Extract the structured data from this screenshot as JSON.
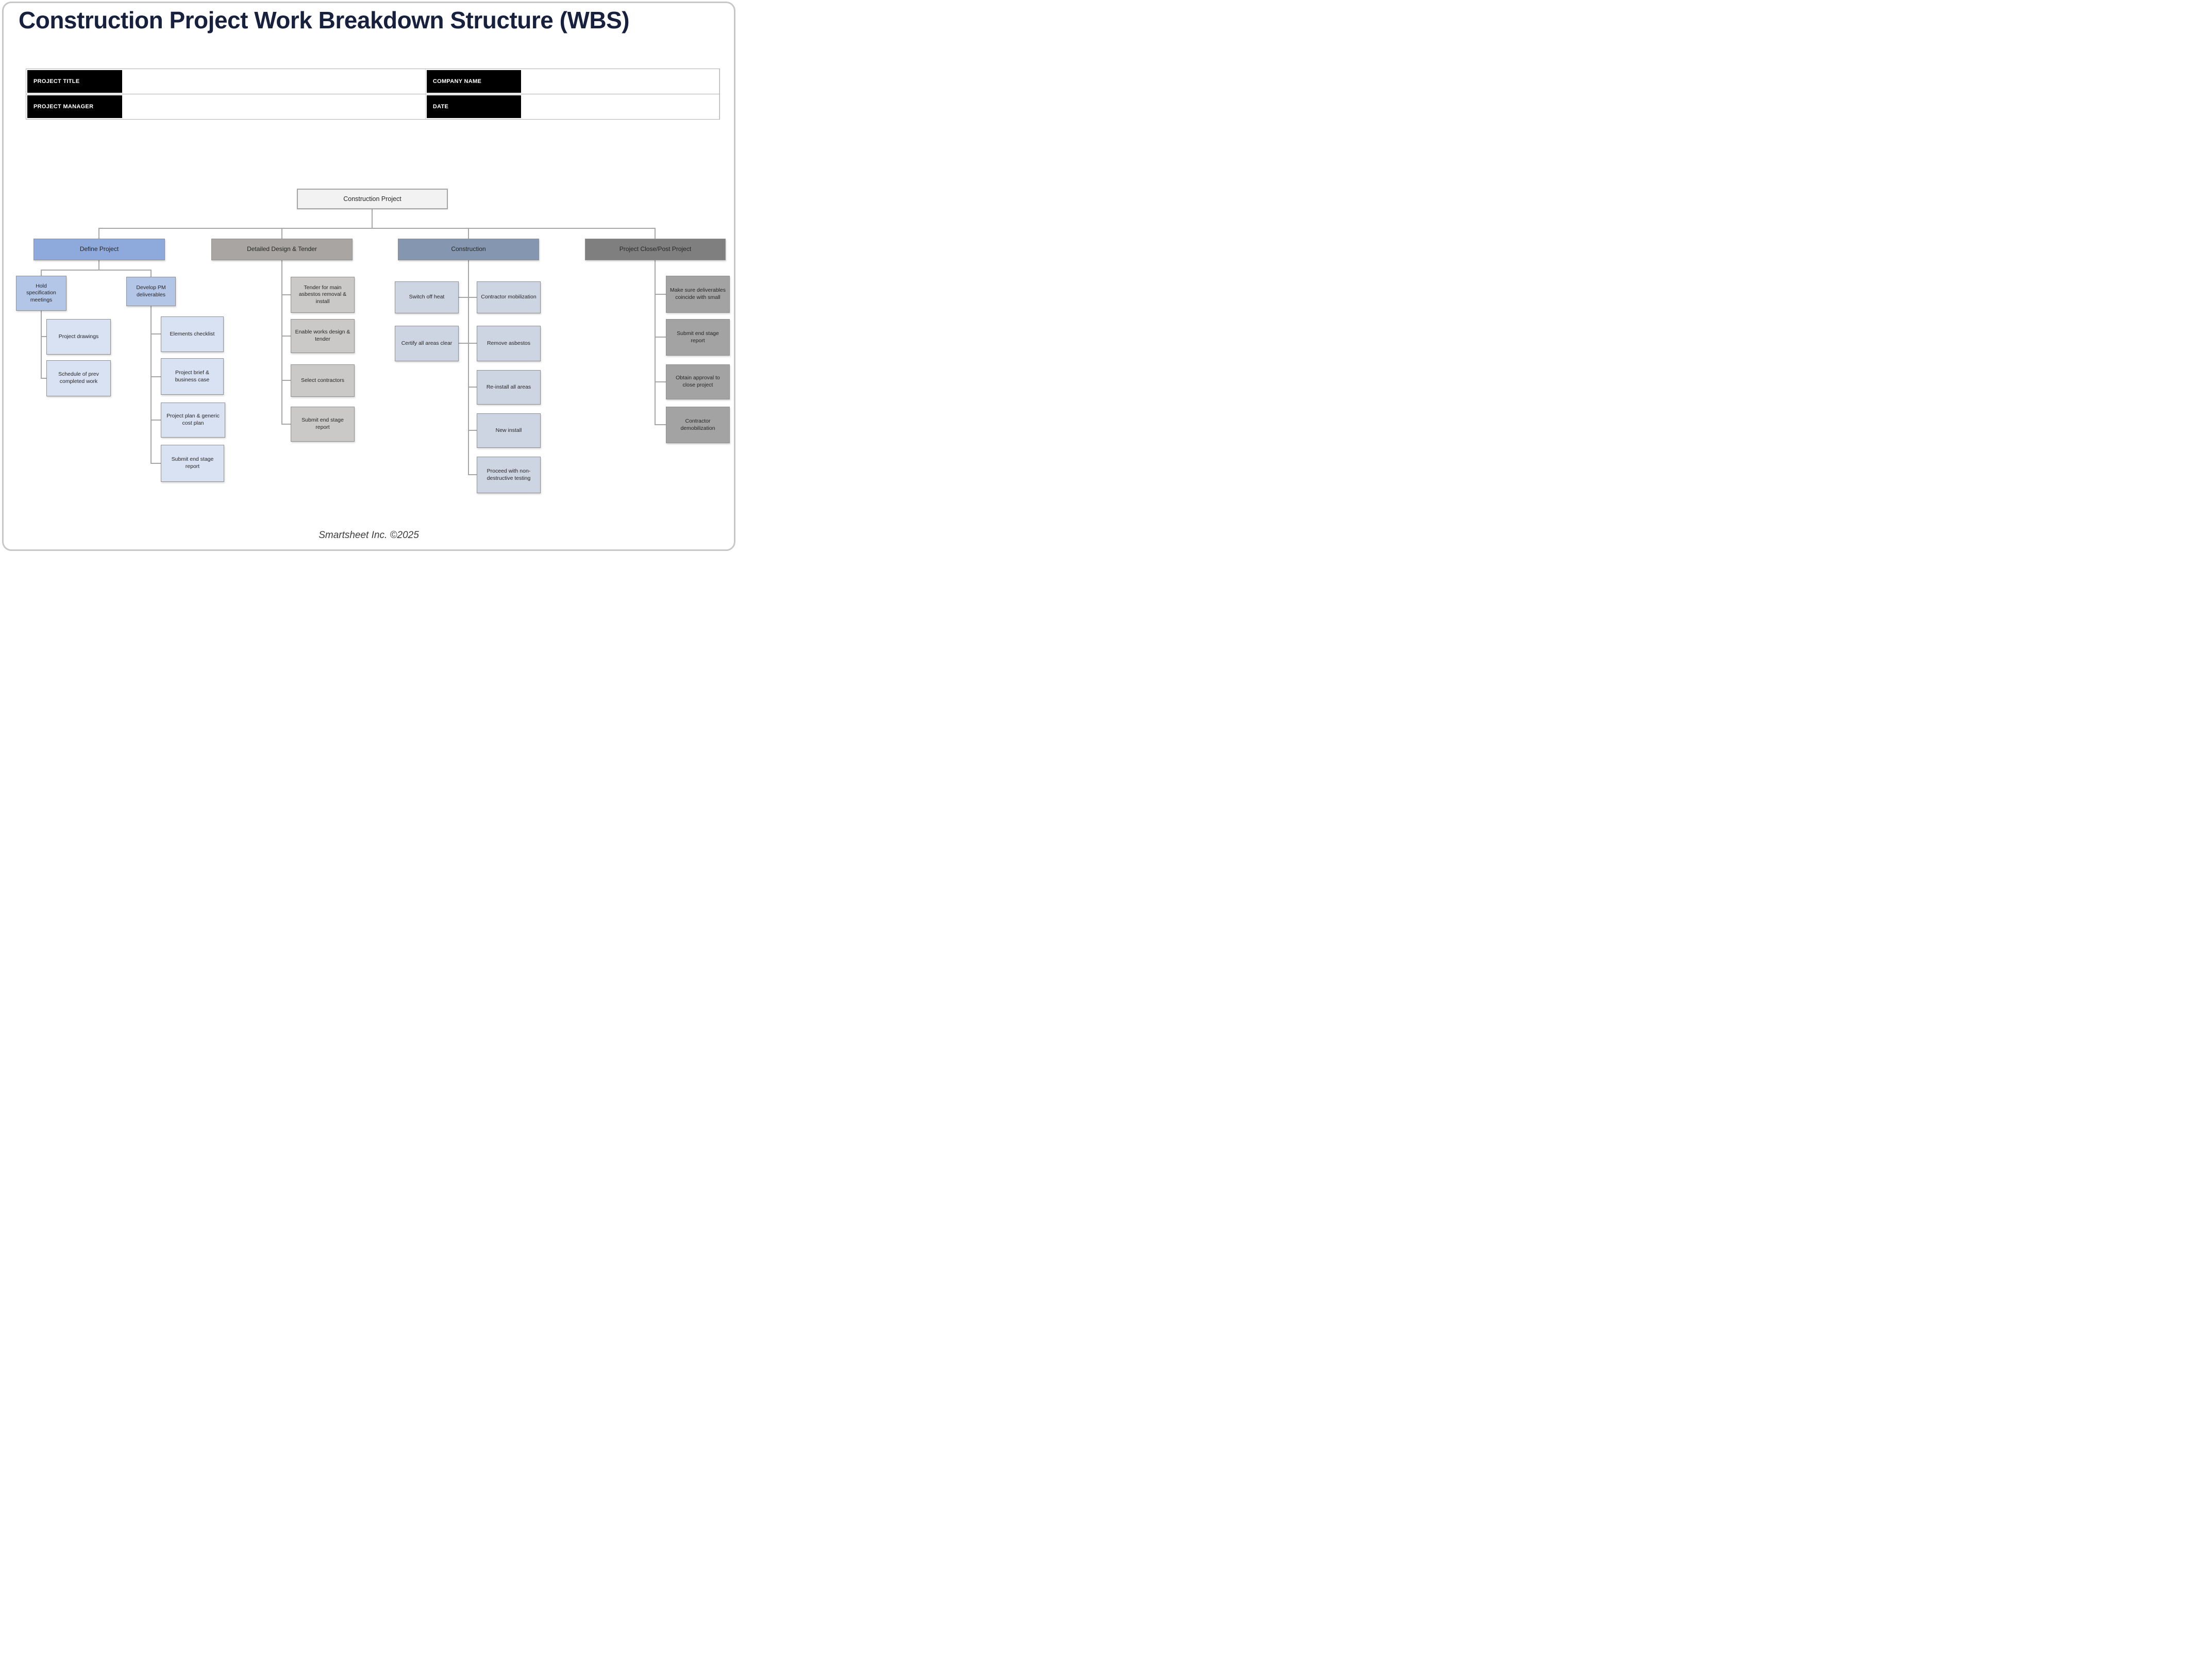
{
  "header": {
    "title": "Construction Project Work Breakdown Structure (WBS)"
  },
  "info_table": {
    "fields": [
      {
        "label": "PROJECT TITLE",
        "value": ""
      },
      {
        "label": "COMPANY NAME",
        "value": ""
      },
      {
        "label": "PROJECT MANAGER",
        "value": ""
      },
      {
        "label": "DATE",
        "value": ""
      }
    ]
  },
  "wbs": {
    "root": "Construction Project",
    "define": {
      "label": "Define Project",
      "hold_spec": "Hold specification meetings",
      "develop_pm": "Develop PM deliverables",
      "project_drawings": "Project drawings",
      "schedule_prev": "Schedule of prev completed work",
      "elements_checklist": "Elements checklist",
      "project_brief": "Project brief & business case",
      "project_plan": "Project plan & generic cost plan",
      "submit_end": "Submit end stage report"
    },
    "design_tender": {
      "label": "Detailed Design & Tender",
      "tender_main": "Tender for main asbestos removal & install",
      "enable_works": "Enable works design & tender",
      "select_contractors": "Select contractors",
      "submit_end": "Submit end stage report"
    },
    "construction": {
      "label": "Construction",
      "switch_off_heat": "Switch off heat",
      "certify_clear": "Certify all areas clear",
      "contractor_mobilization": "Contractor mobilization",
      "remove_asbestos": "Remove asbestos",
      "reinstall_all": "Re-install all areas",
      "new_install": "New install",
      "proceed_ndt": "Proceed with non-destructive testing"
    },
    "close": {
      "label": "Project Close/Post Project",
      "make_sure": "Make sure deliverables coincide with small",
      "submit_end": "Submit end stage report",
      "obtain_approval": "Obtain approval to close project",
      "contractor_demobilization": "Contractor demobilization"
    }
  },
  "footer": {
    "credit": "Smartsheet Inc. ©2025"
  },
  "colors": {
    "title_navy": "#17213E",
    "header_cell_black": "#000000",
    "root_fill": "#F2F2F2",
    "define_blue": "#8EA9DB",
    "design_tender_gray": "#A8A5A2",
    "construction_steel": "#8496B0",
    "close_dark_gray": "#7F7F7F",
    "define_sub_blue": "#B4C6E7",
    "define_leaf_blue": "#D9E2F3",
    "design_leaf_gray": "#CBC9C7",
    "construction_leaf_steel": "#CED5E2",
    "close_leaf_gray": "#A3A3A3",
    "connector_gray": "#A6A6A6"
  }
}
